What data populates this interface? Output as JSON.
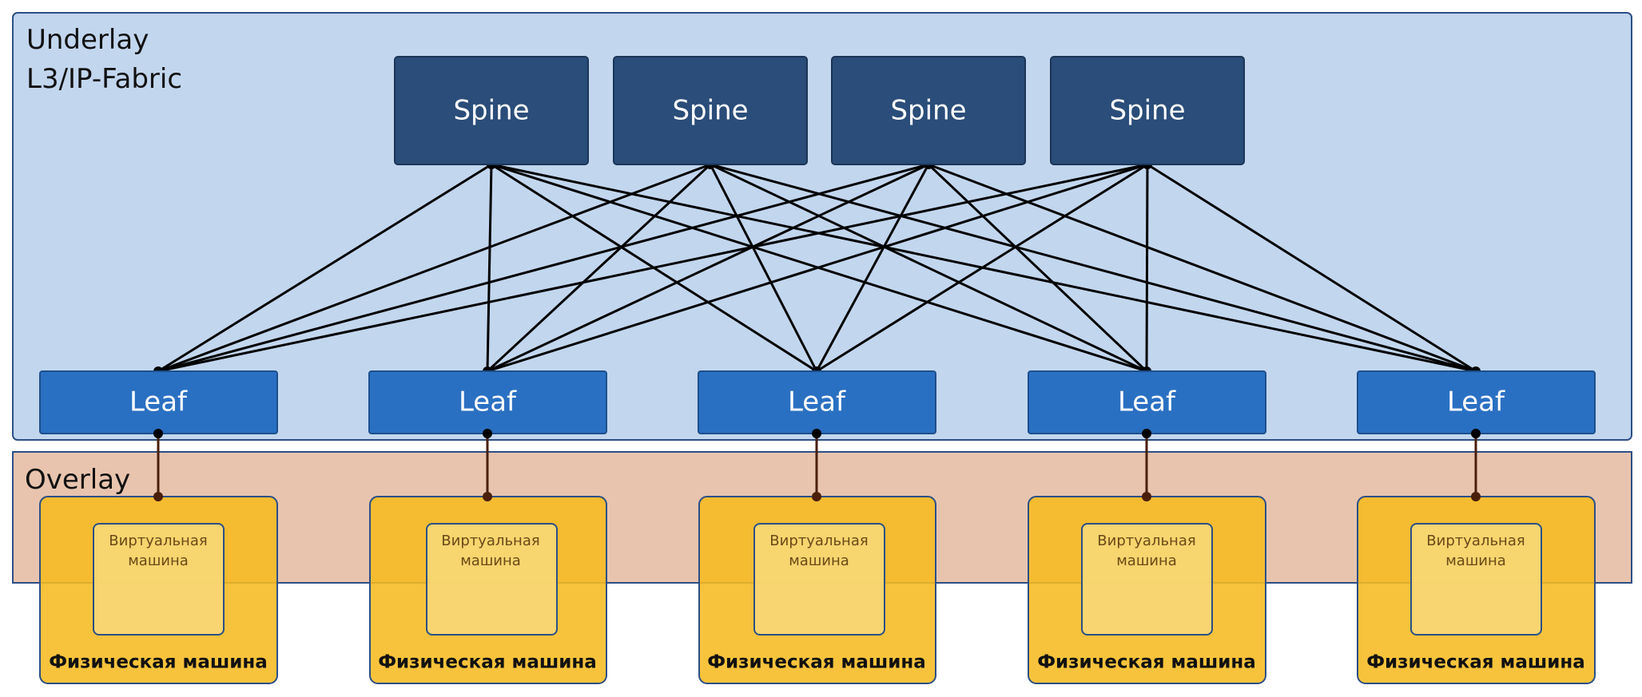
{
  "zones": {
    "underlay": {
      "line1": "Underlay",
      "line2": "L3/IP-Fabric"
    },
    "overlay": {
      "label": "Overlay"
    }
  },
  "spines": [
    {
      "label": "Spine"
    },
    {
      "label": "Spine"
    },
    {
      "label": "Spine"
    },
    {
      "label": "Spine"
    }
  ],
  "leaves": [
    {
      "label": "Leaf"
    },
    {
      "label": "Leaf"
    },
    {
      "label": "Leaf"
    },
    {
      "label": "Leaf"
    },
    {
      "label": "Leaf"
    }
  ],
  "machines": [
    {
      "vm_line1": "Виртуальная",
      "vm_line2": "машина",
      "physical": "Физическая машина"
    },
    {
      "vm_line1": "Виртуальная",
      "vm_line2": "машина",
      "physical": "Физическая машина"
    },
    {
      "vm_line1": "Виртуальная",
      "vm_line2": "машина",
      "physical": "Физическая машина"
    },
    {
      "vm_line1": "Виртуальная",
      "vm_line2": "машина",
      "physical": "Физическая машина"
    },
    {
      "vm_line1": "Виртуальная",
      "vm_line2": "машина",
      "physical": "Физическая машина"
    }
  ],
  "colors": {
    "underlay_fill": "#c2d6ee",
    "overlay_fill": "#e8c4ae",
    "spine_fill": "#2a4d79",
    "leaf_fill": "#2a70c2",
    "physical_fill": "#f6bb21",
    "vm_fill": "#f7d775",
    "link": "#000000",
    "access_link": "#4a1f0a"
  }
}
